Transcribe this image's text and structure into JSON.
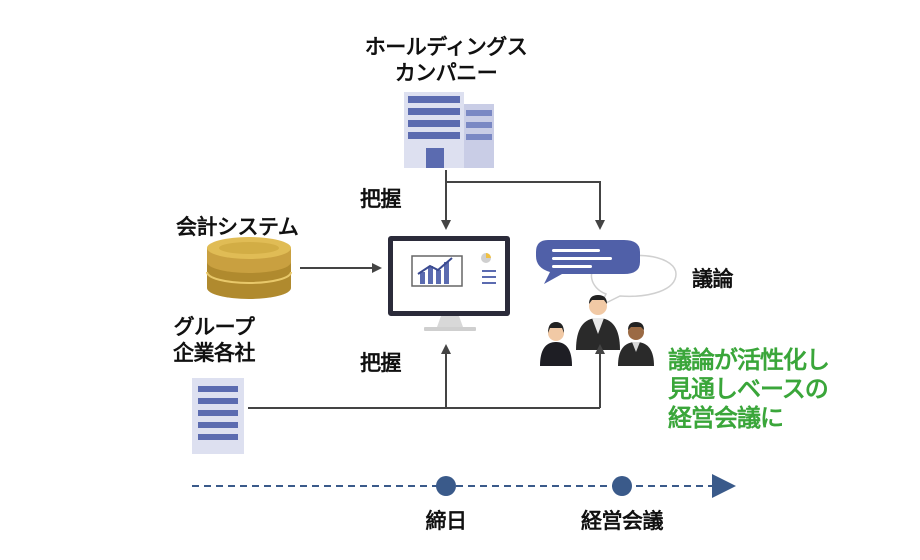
{
  "labels": {
    "holdings_line1": "ホールディングス",
    "holdings_line2": "カンパニー",
    "accounting_system": "会計システム",
    "group_line1": "グループ",
    "group_line2": "企業各社",
    "grasp_top": "把握",
    "grasp_bottom": "把握",
    "discussion": "議論",
    "highlight_line1": "議論が活性化し",
    "highlight_line2": "見通しベースの",
    "highlight_line3": "経営会議に",
    "timeline_point1": "締日",
    "timeline_point2": "経営会議"
  },
  "colors": {
    "building": "#5b6bb0",
    "building_light": "#c9cde6",
    "coin": "#d9b24a",
    "coin_dark": "#b08a2e",
    "arrow": "#444444",
    "timeline": "#3a5a8a",
    "chat": "#5060a8",
    "highlight_text": "#3aa63a"
  },
  "icons": [
    "building-icon",
    "database-icon",
    "monitor-dashboard-icon",
    "chat-bubble-icon",
    "people-meeting-icon"
  ]
}
